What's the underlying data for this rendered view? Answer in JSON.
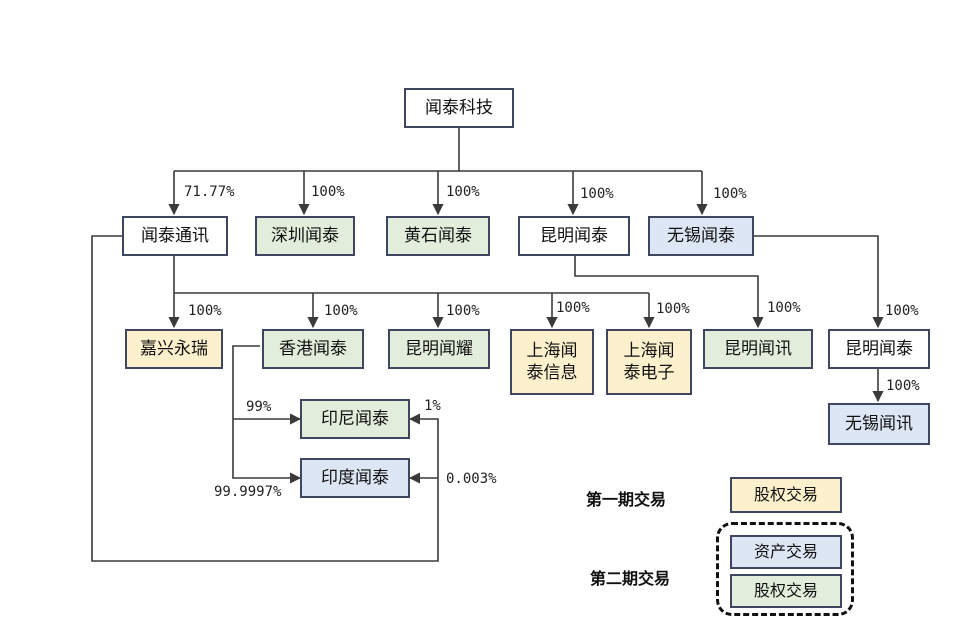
{
  "nodes": {
    "wentai_keji": "闻泰科技",
    "wentai_tongxun": "闻泰通讯",
    "shenzhen_wentai": "深圳闻泰",
    "huangshi_wentai": "黄石闻泰",
    "kunming_wentai": "昆明闻泰",
    "wuxi_wentai": "无锡闻泰",
    "jiaxing_yongrui": "嘉兴永瑞",
    "hongkong_wentai": "香港闻泰",
    "kunming_wenyao": "昆明闻耀",
    "shanghai_wentai_info": "上海闻\n泰信息",
    "shanghai_wentai_elec": "上海闻\n泰电子",
    "kunming_wenxun": "昆明闻讯",
    "kunming_wentai_2": "昆明闻泰",
    "wuxi_wenxun": "无锡闻讯",
    "indonesia_wentai": "印尼闻泰",
    "india_wentai": "印度闻泰"
  },
  "percentages": {
    "to_tongxun": "71.77%",
    "to_shenzhen": "100%",
    "to_huangshi": "100%",
    "to_kunming": "100%",
    "to_wuxi": "100%",
    "to_jiaxing": "100%",
    "to_hongkong": "100%",
    "to_kunming_wenyao": "100%",
    "to_shanghai_info": "100%",
    "to_shanghai_elec": "100%",
    "to_kunming_wenxun": "100%",
    "to_kunming_wentai_2": "100%",
    "to_wuxi_wenxun": "100%",
    "hk_to_indonesia": "99%",
    "hk_to_india": "99.9997%",
    "tongxun_to_indonesia": "1%",
    "tongxun_to_india": "0.003%"
  },
  "legend": {
    "phase1_label": "第一期交易",
    "phase1_box": "股权交易",
    "phase2_label": "第二期交易",
    "phase2_asset_box": "资产交易",
    "phase2_equity_box": "股权交易"
  },
  "colors": {
    "line": "#3a3a3a",
    "border": "#3e4660",
    "phase1_fill": "#fdf0cd",
    "phase2_asset_fill": "#dce6f4",
    "phase2_equity_fill": "#e2eedb",
    "neutral_fill": "#ffffff"
  }
}
